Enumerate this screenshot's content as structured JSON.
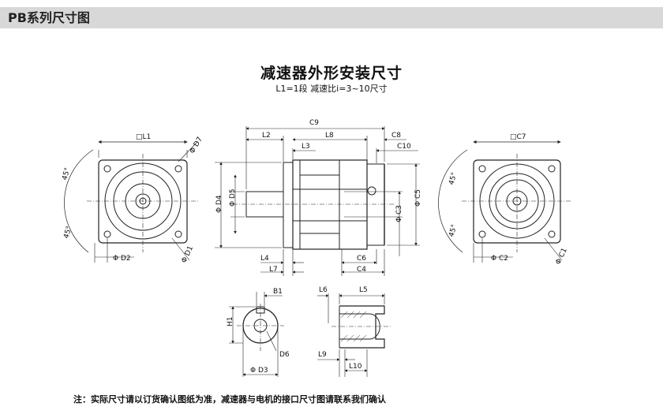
{
  "header": {
    "title": "PB系列尺寸图"
  },
  "drawing": {
    "title": "减速器外形安装尺寸",
    "subtitle": "L1=1段 减速比i=3~10尺寸"
  },
  "front_view": {
    "L1": "□L1",
    "D7": "Φ D7",
    "D2": "Φ D2",
    "D1": "Φ D1",
    "angle_top": "45°",
    "angle_bottom": "45°"
  },
  "side_view": {
    "C9": "C9",
    "L2": "L2",
    "L8": "L8",
    "C8": "C8",
    "L3": "L3",
    "C10": "C10",
    "D4": "Φ D4",
    "D5": "Φ D5",
    "C5": "Φ C5",
    "C3": "Φ C3",
    "L4": "L4",
    "L7": "L7",
    "C6": "C6",
    "C4": "C4"
  },
  "rear_view": {
    "C7": "□C7",
    "C2": "Φ C2",
    "C1": "Φ C1",
    "angle_top": "45°",
    "angle_bottom": "45°"
  },
  "shaft_detail": {
    "B1": "B1",
    "H1": "H1",
    "D6": "D6",
    "D3": "Φ D3"
  },
  "section_detail": {
    "L6": "L6",
    "L5": "L5",
    "L9": "L9",
    "L10": "L10"
  },
  "note": "注：实际尺寸请以订货确认图纸为准，减速器与电机的接口尺寸图请联系我们确认"
}
